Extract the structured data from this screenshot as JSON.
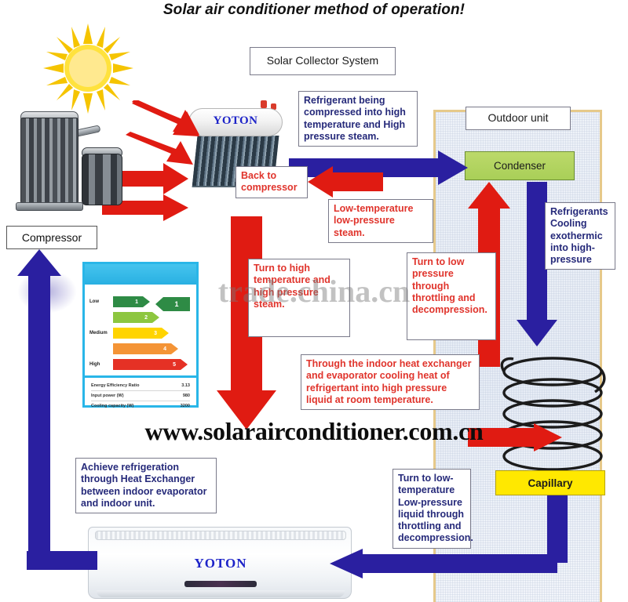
{
  "title": "Solar air conditioner method of operation!",
  "labels": {
    "solar_collector_system": "Solar Collector System",
    "outdoor_unit": "Outdoor unit",
    "condenser": "Condenser",
    "capillary": "Capillary",
    "compressor": "Compressor",
    "collector_brand": "YOTON",
    "indoor_brand": "YOTON"
  },
  "callouts": {
    "compressed_steam": "Refrigerant being compressed into high temperature and High pressure steam.",
    "back_to_compressor": "Back to compressor",
    "low_temp_low_pressure_steam": "Low-temperature low-pressure steam.",
    "refrigerants_cooling": "Refrigerants Cooling exothermic into high-pressure",
    "turn_to_high_pressure_steam": "Turn to high temperature and high pressure steam.",
    "turn_to_low_throttling": "Turn to low pressure through throttling and decompression.",
    "indoor_heat_exchanger": "Through the indoor heat exchanger and evaporator cooling heat of refrigertant into high pressure liquid at room temperature.",
    "achieve_refrigeration": "Achieve refrigeration through Heat Exchanger between indoor evaporator and indoor unit.",
    "turn_to_low_temperature_liquid": "Turn to low-temperature Low-pressure liquid through throttling and decompression."
  },
  "energy_label": {
    "levels": [
      {
        "label": "Low",
        "number": "1",
        "color": "#2e8b45"
      },
      {
        "label": "",
        "number": "2",
        "color": "#8dc63f"
      },
      {
        "label": "Medium",
        "number": "3",
        "color": "#ffd400"
      },
      {
        "label": "",
        "number": "4",
        "color": "#f49436"
      },
      {
        "label": "High",
        "number": "5",
        "color": "#e53125"
      }
    ],
    "rating": "1",
    "rows": [
      {
        "name": "Energy Efficiency Ratio",
        "value": "3.13"
      },
      {
        "name": "Input power (W)",
        "value": "980"
      },
      {
        "name": "Cooling capacity (W)",
        "value": "3200"
      }
    ]
  },
  "watermarks": {
    "main": "www.solarairconditioner.com.cn",
    "sub": "trade.china.cn"
  },
  "colors": {
    "arrow_red": "#e01b12",
    "arrow_blue": "#2a1fa0",
    "condenser_green": "#b3d45f",
    "capillary_yellow": "#ffe800",
    "panel_border": "#e6c98a",
    "text_blue": "#262a7a",
    "text_red": "#e0342c"
  }
}
